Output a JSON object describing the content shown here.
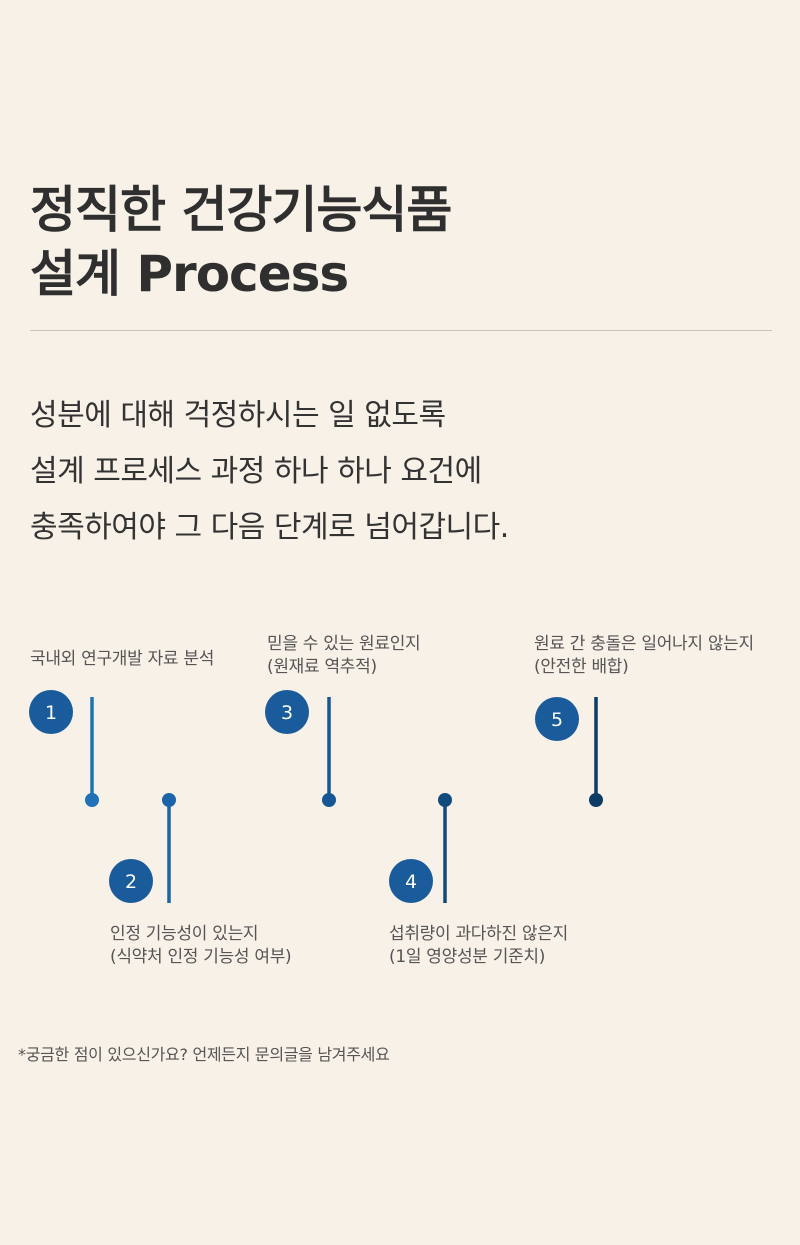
{
  "header": {
    "title_line1": "정직한 건강기능식품",
    "title_line2": "설계 Process"
  },
  "intro": {
    "line1": "성분에 대해 걱정하시는 일 없도록",
    "line2": "설계 프로세스 과정 하나 하나 요건에",
    "line3": "충족하여야 그 다음 단계로 넘어갑니다."
  },
  "steps": [
    {
      "number": "1",
      "line1": "국내외 연구개발 자료 분석",
      "line2": "",
      "color": "#1f72b8"
    },
    {
      "number": "2",
      "line1": "인정 기능성이 있는지",
      "line2": "(식약처 인정 기능성 여부)",
      "color": "#1a64a8"
    },
    {
      "number": "3",
      "line1": "믿을 수 있는 원료인지",
      "line2": "(원재료 역추적)",
      "color": "#155794"
    },
    {
      "number": "4",
      "line1": "섭취량이 과다하진 않은지",
      "line2": "(1일 영양성분 기준치)",
      "color": "#114a7c"
    },
    {
      "number": "5",
      "line1": "원료 간 충돌은 일어나지 않는지",
      "line2": "(안전한 배합)",
      "color": "#0d3c66"
    }
  ],
  "colors": {
    "background": "#f7f1e8",
    "circle": "#1a5b9c",
    "line_start": "#1f78c0",
    "line_end": "#0f2f52"
  },
  "footer": {
    "note": "*궁금한 점이 있으신가요? 언제든지 문의글을 남겨주세요"
  }
}
